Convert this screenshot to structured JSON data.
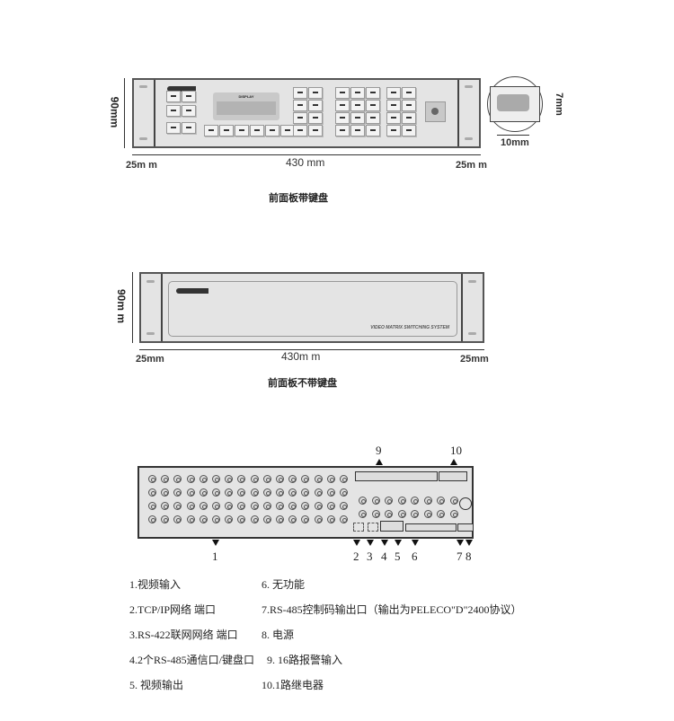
{
  "front_keyboard": {
    "height_label": "90mm",
    "left_ear_label": "25m m",
    "width_label": "430 mm",
    "right_ear_label": "25m m",
    "inset_height_label": "7mm",
    "inset_width_label": "10mm",
    "display_label": "DISPLAY",
    "caption": "前面板带键盘"
  },
  "front_plain": {
    "height_label": "90m m",
    "left_ear_label": "25mm",
    "width_label": "430m m",
    "right_ear_label": "25mm",
    "product_text": "VIDEO MATRIX SWITCHING SYSTEM",
    "caption": "前面板不带键盘"
  },
  "rear_panel": {
    "callouts": [
      "1",
      "2",
      "3",
      "4",
      "5",
      "6",
      "7",
      "8",
      "9",
      "10"
    ]
  },
  "legend": [
    "1.视频输入",
    "2.TCP/IP网络 端口",
    "3.RS-422联网网络 端口",
    "4.2个RS-485通信口/键盘口",
    "5. 视频输出",
    "6. 无功能",
    "7.RS-485控制码输出口（输出为PELECO\"D\"2400协议）",
    "8.  电源",
    "9. 16路报警输入",
    "10.1路继电器"
  ]
}
